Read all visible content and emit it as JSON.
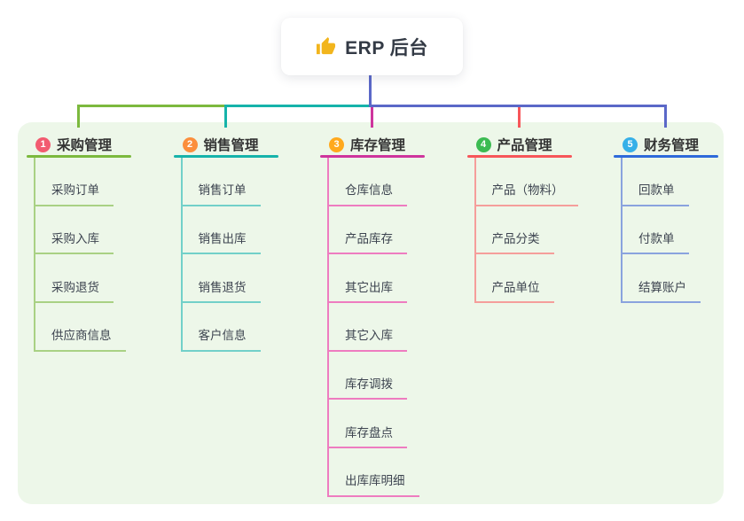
{
  "root": {
    "label": "ERP 后台",
    "icon": "thumbs-up-icon",
    "icon_color": "#f2b51d",
    "line_color": "#5b68c8"
  },
  "canvas": {
    "background": "#ffffff",
    "panel_color": "#edf7e9"
  },
  "branches": [
    {
      "badge": "1",
      "badge_color": "#f25b70",
      "label": "采购管理",
      "line_color": "#7cb93e",
      "connector_color": "#7cb93e",
      "child_line_color": "#a9d184",
      "children": [
        "采购订单",
        "采购入库",
        "采购退货",
        "供应商信息"
      ]
    },
    {
      "badge": "2",
      "badge_color": "#fb8f3d",
      "label": "销售管理",
      "line_color": "#16b3aa",
      "connector_color": "#16b3aa",
      "child_line_color": "#72d0c9",
      "children": [
        "销售订单",
        "销售出库",
        "销售退货",
        "客户信息"
      ]
    },
    {
      "badge": "3",
      "badge_color": "#ffa91d",
      "label": "库存管理",
      "line_color": "#ce359d",
      "connector_color": "#ce359d",
      "child_line_color": "#ee7cc0",
      "children": [
        "仓库信息",
        "产品库存",
        "其它出库",
        "其它入库",
        "库存调拨",
        "库存盘点",
        "出库库明细"
      ]
    },
    {
      "badge": "4",
      "badge_color": "#3cbb52",
      "label": "产品管理",
      "line_color": "#f7565a",
      "connector_color": "#f7565a",
      "child_line_color": "#f59e9b",
      "children": [
        "产品（物料）",
        "产品分类",
        "产品单位"
      ]
    },
    {
      "badge": "5",
      "badge_color": "#36b0e8",
      "label": "财务管理",
      "line_color": "#2e6ada",
      "connector_color": "#5b68c8",
      "child_line_color": "#8aa3de",
      "children": [
        "回款单",
        "付款单",
        "结算账户"
      ]
    }
  ]
}
